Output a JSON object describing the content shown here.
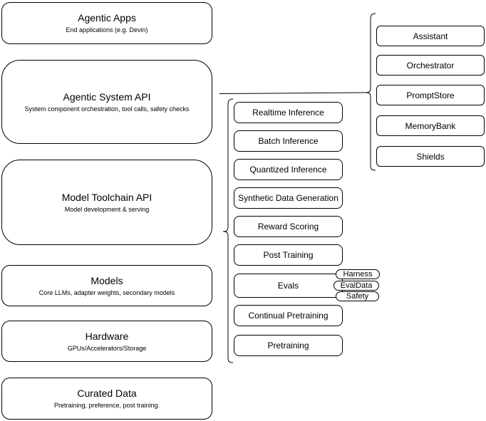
{
  "diagram": {
    "stack": [
      {
        "title": "Agentic Apps",
        "subtitle": "End applications (e.g. Devin)"
      },
      {
        "title": "Agentic System API",
        "subtitle": "System component orchestration, tool calls, safety checks"
      },
      {
        "title": "Model Toolchain API",
        "subtitle": "Model development & serving"
      },
      {
        "title": "Models",
        "subtitle": "Core LLMs, adapter weights, secondary models"
      },
      {
        "title": "Hardware",
        "subtitle": "GPUs/Accelerators/Storage"
      },
      {
        "title": "Curated Data",
        "subtitle": "Pretraining, preference, post training."
      }
    ],
    "toolchain_services": [
      "Realtime Inference",
      "Batch Inference",
      "Quantized Inference",
      "Synthetic Data Generation",
      "Reward Scoring",
      "Post Training",
      "Evals",
      "Continual Pretraining",
      "Pretraining"
    ],
    "eval_components": [
      "Harness",
      "EvalData",
      "Safety"
    ],
    "system_components": [
      "Assistant",
      "Orchestrator",
      "PromptStore",
      "MemoryBank",
      "Shields"
    ],
    "colors": {
      "stroke": "#000000",
      "fill": "#ffffff"
    }
  }
}
